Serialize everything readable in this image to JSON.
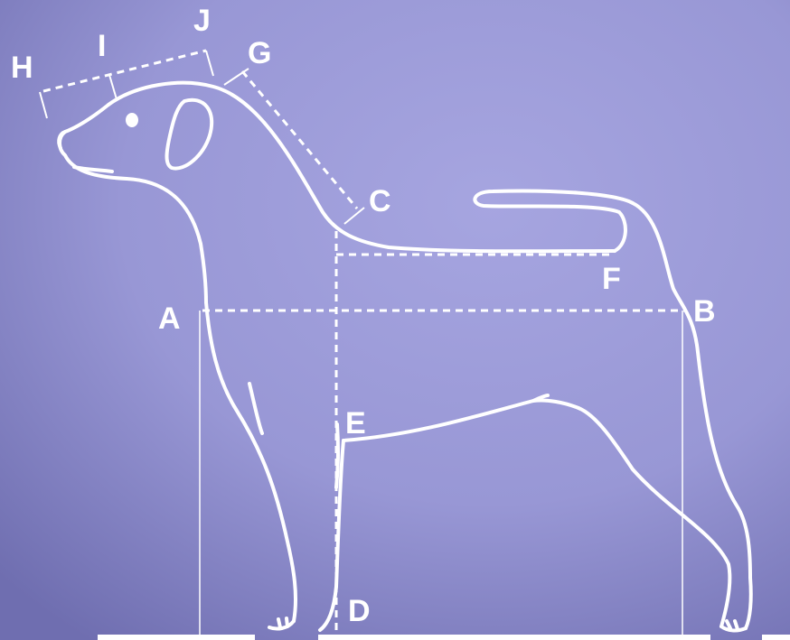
{
  "colors": {
    "background_center": "#a4a3de",
    "background_edge": "#7675b5",
    "line": "#ffffff"
  },
  "labels": {
    "A": "A",
    "B": "B",
    "C": "C",
    "D": "D",
    "E": "E",
    "F": "F",
    "G": "G",
    "H": "H",
    "I": "I",
    "J": "J"
  }
}
